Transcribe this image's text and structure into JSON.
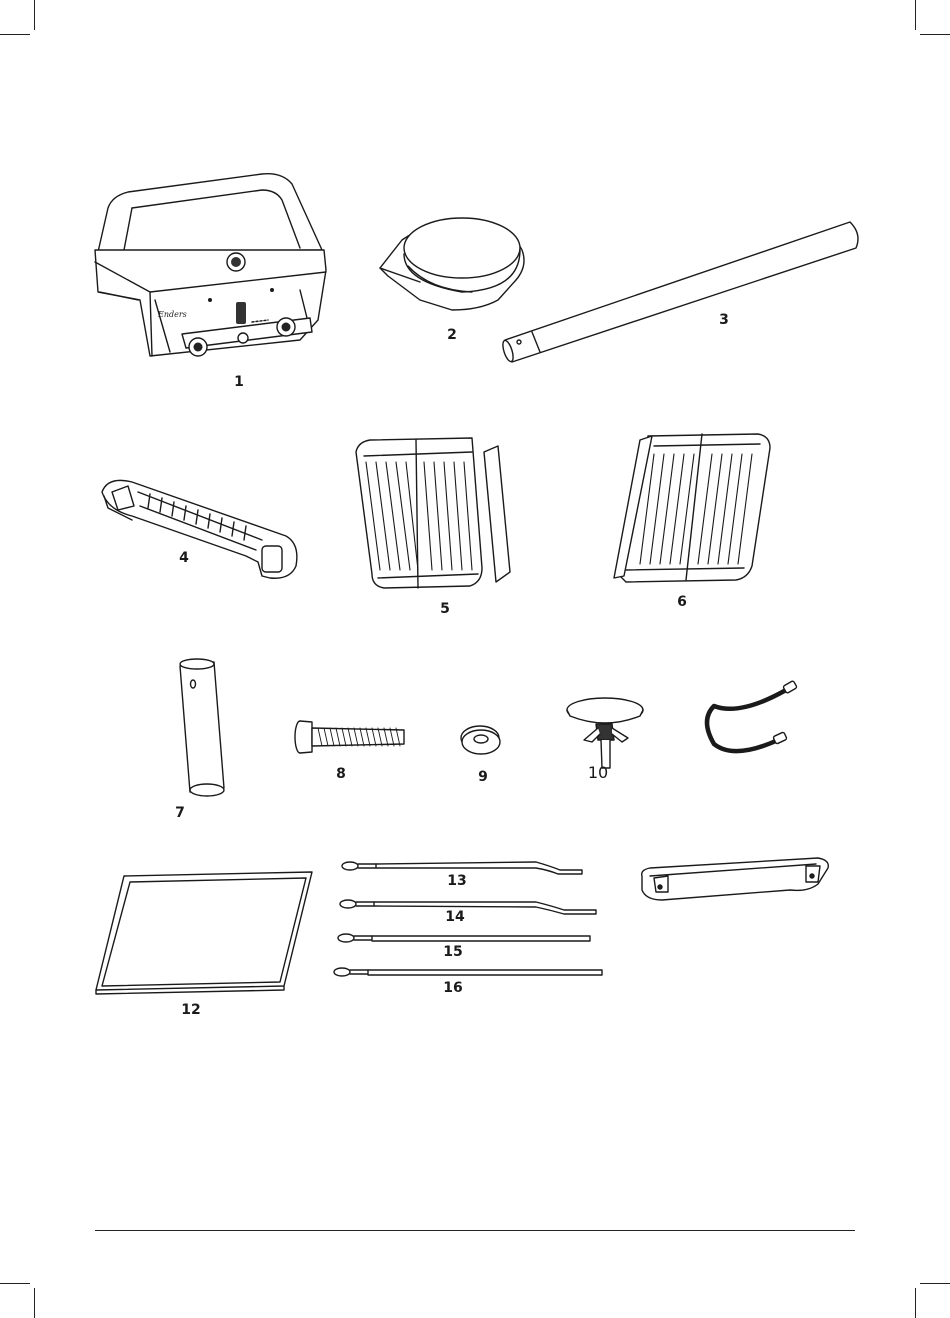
{
  "labels": {
    "p1": "1",
    "p2": "2",
    "p3": "3",
    "p4": "4",
    "p5": "5",
    "p6": "6",
    "p7": "7",
    "p8": "8",
    "p9": "9",
    "p10": "10",
    "p12": "12",
    "p13": "13",
    "p14": "14",
    "p15": "15",
    "p16": "16"
  },
  "grill_brand": "Enders"
}
